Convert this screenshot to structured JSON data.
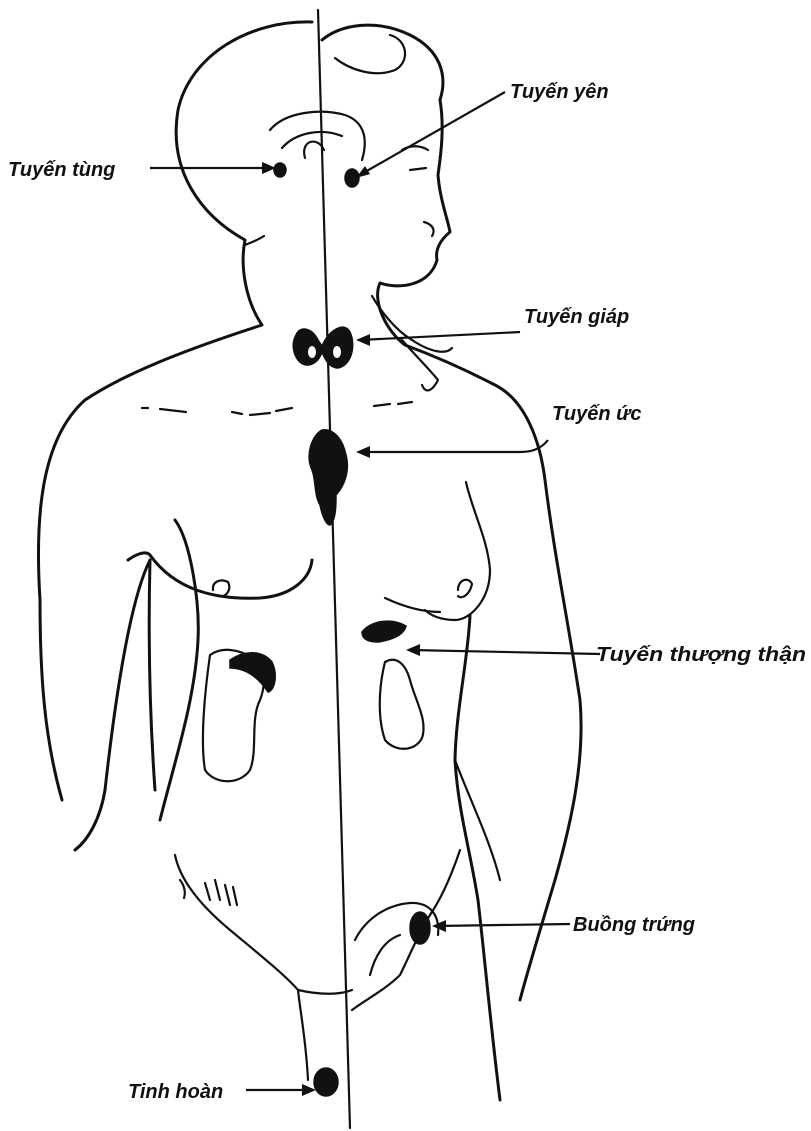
{
  "labels": {
    "pineal": "Tuyến tùng",
    "pituitary": "Tuyến yên",
    "thyroid": "Tuyến giáp",
    "thymus": "Tuyến ức",
    "adrenal": "Tuyến thượng thận",
    "ovary": "Buồng trứng",
    "testis": "Tinh hoàn"
  },
  "colors": {
    "ink": "#111111",
    "paper": "#ffffff"
  }
}
